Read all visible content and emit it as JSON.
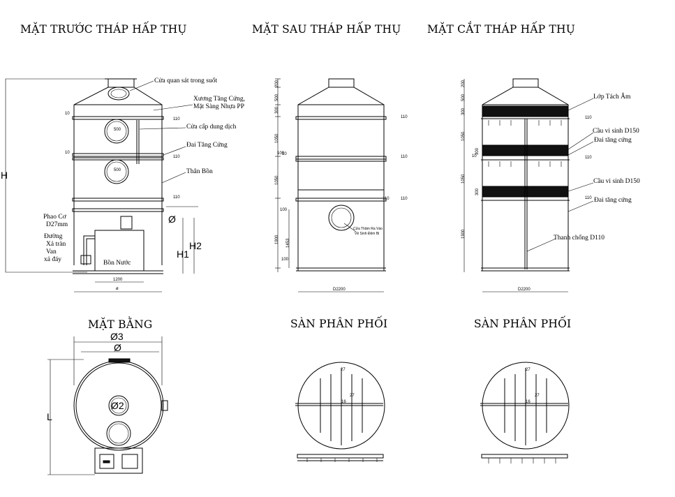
{
  "titles": {
    "front": "MẶT TRƯỚC THÁP HẤP THỤ",
    "back": "MẶT SAU THÁP HẤP THỤ",
    "section": "MẶT CẮT THÁP HẤP THỤ",
    "plan": "MẶT BẰNG",
    "dist1": "SÀN PHÂN PHỐI",
    "dist2": "SÀN PHÂN PHỐI"
  },
  "front": {
    "callouts": {
      "window": "Cửa quan sát trong  suốt",
      "rib1": "Xương Tăng Cứng,",
      "rib2": "Mặt Sàng Nhựa PP",
      "door": "Cửa cấp dung dịch",
      "band": "Đai Tăng Cứng",
      "body": "Thân Bồn",
      "float1": "Phao Cơ",
      "float2": "D27mm",
      "pipe1": "Đường",
      "pipe2": "Xả tràn",
      "pipe3": "Van",
      "pipe4": "xả đáy",
      "tank": "Bồn Nước"
    },
    "dims": {
      "H": "H",
      "H1": "H1",
      "H2": "H2",
      "phi": "Ø",
      "d500a": "500",
      "d500b": "500",
      "d10a": "10",
      "d10b": "10",
      "d110a": "110",
      "d110b": "110",
      "d110c": "110",
      "w1200": "1200",
      "wphi": "ø"
    }
  },
  "back": {
    "callout1": "Cửa Thăm Ra Vào",
    "callout2": "Vệ Sinh Đệm Bi",
    "dims": {
      "v200": "200",
      "v500": "500",
      "v300": "300",
      "v1050a": "1050",
      "v10": "10",
      "v100a": "100",
      "v1050b": "1050",
      "v100b": "100",
      "v1900": "1900",
      "v1453": "1453",
      "v100c": "100",
      "d110a": "110",
      "d110b": "110",
      "d110c": "110",
      "d110d": "110",
      "w": "D2200"
    }
  },
  "section": {
    "callouts": {
      "layer": "Lớp Tách Âm",
      "bio1": "Cầu vi sinh D150",
      "band1": "Đai tăng cứng",
      "bio2": "Cầu vi sinh D150",
      "band2": "Đai tăng cứng",
      "rod": "Thanh chống D110"
    },
    "dims": {
      "v200": "200",
      "v500": "500",
      "v300a": "300",
      "v1050a": "1050",
      "v300b": "300",
      "v10": "10",
      "v1050b": "1050",
      "v300c": "300",
      "v1900": "1900",
      "d110a": "110",
      "d110b": "110",
      "d110c": "110",
      "w": "D2200"
    }
  },
  "plan": {
    "phi3": "Ø3",
    "phi": "Ø",
    "phi2": "Ø2",
    "L": "L"
  },
  "dist": {
    "d27a": "27",
    "d27b": "27",
    "d16": "16"
  }
}
